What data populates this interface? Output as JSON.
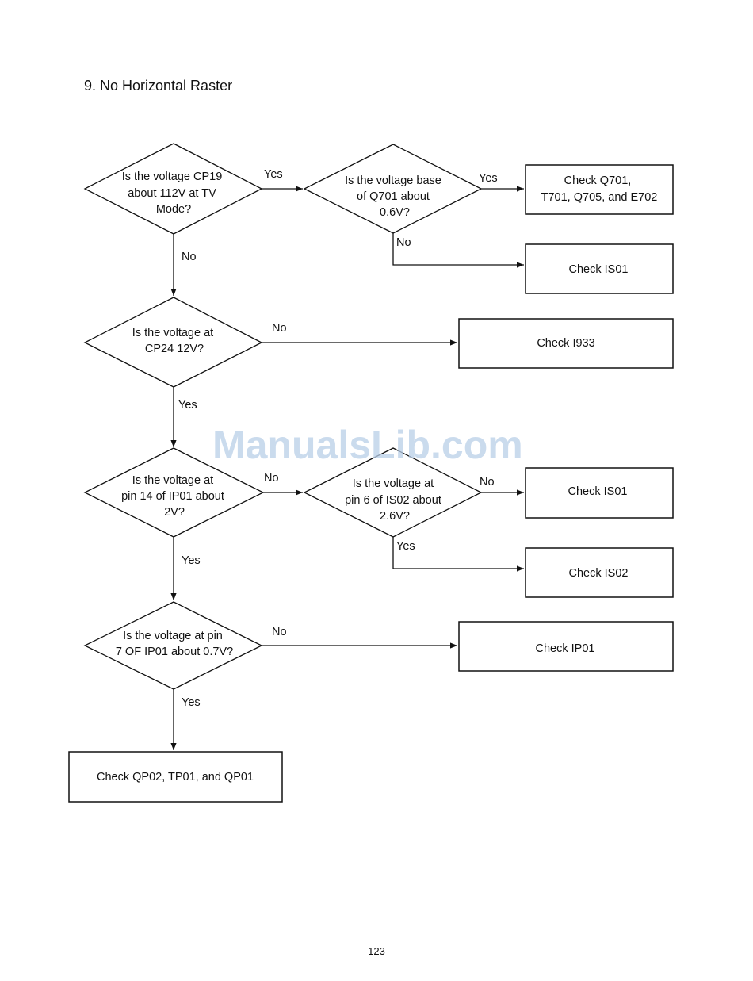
{
  "title": "9.  No Horizontal Raster",
  "watermark": "ManualsLib.com",
  "page_number": "123",
  "decisions": {
    "d1": [
      "Is the voltage CP19",
      "about 112V at TV",
      "Mode?"
    ],
    "d2": [
      "Is the voltage base",
      "of Q701 about",
      "0.6V?"
    ],
    "d3": [
      "Is the voltage at",
      "CP24 12V?"
    ],
    "d4": [
      "Is the voltage at",
      "pin 14 of IP01 about",
      "2V?"
    ],
    "d5": [
      "Is the voltage at",
      "pin 6 of IS02 about",
      "2.6V?"
    ],
    "d6": [
      "Is the voltage at pin",
      "7 OF IP01 about 0.7V?"
    ]
  },
  "actions": {
    "b1": [
      "Check Q701,",
      "T701, Q705, and E702"
    ],
    "b2": [
      "Check IS01"
    ],
    "b3": [
      "Check I933"
    ],
    "b4": [
      "Check IS01"
    ],
    "b5": [
      "Check IS02"
    ],
    "b6": [
      "Check IP01"
    ],
    "b7": [
      "Check QP02, TP01, and QP01"
    ]
  },
  "edge_labels": {
    "d1_yes": "Yes",
    "d1_no": "No",
    "d2_yes": "Yes",
    "d2_no": "No",
    "d3_no": "No",
    "d3_yes": "Yes",
    "d4_no": "No",
    "d4_yes": "Yes",
    "d5_no": "No",
    "d5_yes": "Yes",
    "d6_no": "No",
    "d6_yes": "Yes"
  }
}
